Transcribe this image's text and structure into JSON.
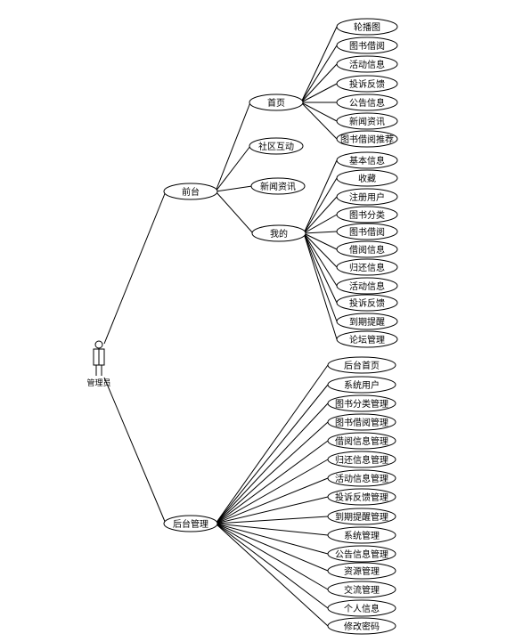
{
  "actor": {
    "label": "管理员",
    "icon": "person-icon"
  },
  "groups": [
    {
      "id": "frontend",
      "label": "前台",
      "children": [
        {
          "id": "home",
          "label": "首页",
          "children": [
            "轮播图",
            "图书借阅",
            "活动信息",
            "投诉反馈",
            "公告信息",
            "新闻资讯",
            "图书借阅推荐"
          ]
        },
        {
          "id": "community",
          "label": "社区互动",
          "children": []
        },
        {
          "id": "news",
          "label": "新闻资讯",
          "children": []
        },
        {
          "id": "mine",
          "label": "我的",
          "children": [
            "基本信息",
            "收藏",
            "注册用户",
            "图书分类",
            "图书借阅",
            "借阅信息",
            "归还信息",
            "活动信息",
            "投诉反馈",
            "到期提醒",
            "论坛管理"
          ]
        }
      ]
    },
    {
      "id": "backend",
      "label": "后台管理",
      "children": [
        "后台首页",
        "系统用户",
        "图书分类管理",
        "图书借阅管理",
        "借阅信息管理",
        "归还信息管理",
        "活动信息管理",
        "投诉反馈管理",
        "到期提醒管理",
        "系统管理",
        "公告信息管理",
        "资源管理",
        "交流管理",
        "个人信息",
        "修改密码"
      ]
    }
  ]
}
